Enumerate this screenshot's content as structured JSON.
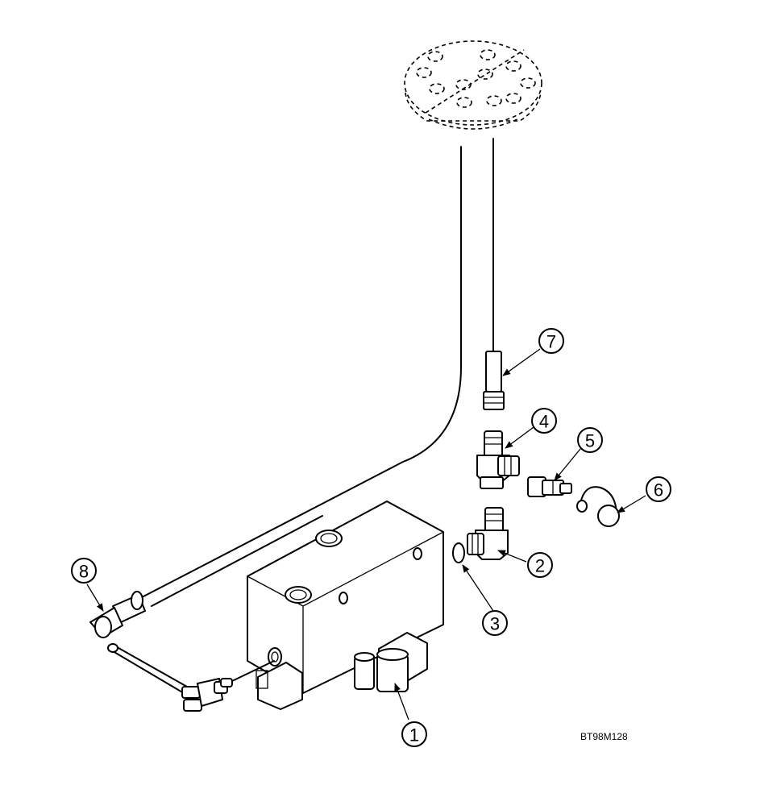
{
  "figure_code": "BT98M128",
  "callouts": [
    {
      "id": "1",
      "label": "1"
    },
    {
      "id": "2",
      "label": "2"
    },
    {
      "id": "3",
      "label": "3"
    },
    {
      "id": "4",
      "label": "4"
    },
    {
      "id": "5",
      "label": "5"
    },
    {
      "id": "6",
      "label": "6"
    },
    {
      "id": "7",
      "label": "7"
    },
    {
      "id": "8",
      "label": "8"
    }
  ]
}
